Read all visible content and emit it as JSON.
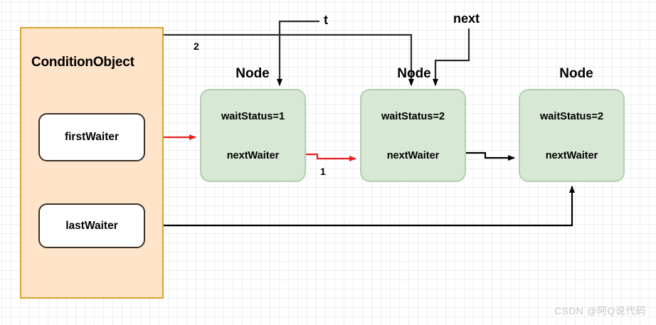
{
  "diagram": {
    "container": {
      "title": "ConditionObject",
      "fill_color": "#ffe4c9",
      "border_color": "#d6a42b",
      "fields": [
        {
          "label": "firstWaiter"
        },
        {
          "label": "lastWaiter"
        }
      ]
    },
    "nodes": [
      {
        "caption": "Node",
        "wait_status": "waitStatus=1",
        "next_waiter": "nextWaiter"
      },
      {
        "caption": "Node",
        "wait_status": "waitStatus=2",
        "next_waiter": "nextWaiter"
      },
      {
        "caption": "Node",
        "wait_status": "waitStatus=2",
        "next_waiter": "nextWaiter"
      }
    ],
    "node_fill_color": "#d7e8d4",
    "node_border_color": "#b4ceb0",
    "edge_labels": {
      "t": "t",
      "next": "next",
      "two": "2",
      "one": "1"
    },
    "edge_colors": {
      "red": "#e8201f",
      "black": "#000000"
    }
  },
  "watermark": "CSDN @阿Q说代码"
}
